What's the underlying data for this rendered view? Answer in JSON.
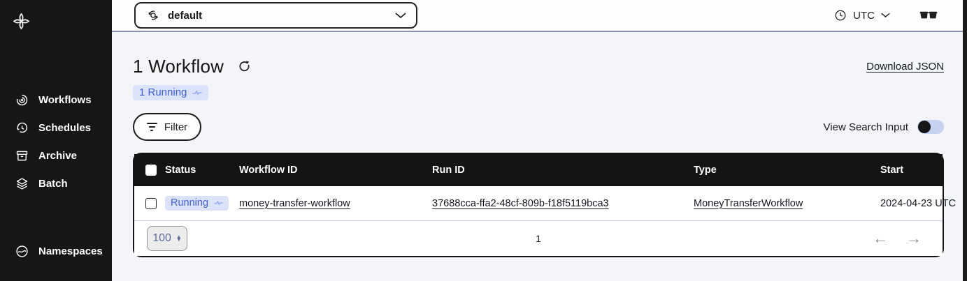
{
  "sidebar": {
    "items": [
      {
        "label": "Workflows"
      },
      {
        "label": "Schedules"
      },
      {
        "label": "Archive"
      },
      {
        "label": "Batch"
      }
    ],
    "bottom_item": {
      "label": "Namespaces"
    }
  },
  "topbar": {
    "namespace_select": {
      "value": "default"
    },
    "timezone": {
      "label": "UTC"
    }
  },
  "main": {
    "title": "1 Workflow",
    "running_badge": "1 Running",
    "download_link": "Download JSON",
    "filter_button": "Filter",
    "view_search_toggle_label": "View Search Input"
  },
  "table": {
    "columns": [
      "Status",
      "Workflow ID",
      "Run ID",
      "Type",
      "Start"
    ],
    "rows": [
      {
        "status": "Running",
        "workflow_id": "money-transfer-workflow",
        "run_id": "37688cca-ffa2-48cf-809b-f18f5119bca3",
        "type": "MoneyTransferWorkflow",
        "start": "2024-04-23 UTC"
      }
    ],
    "pagination": {
      "page_size": "100",
      "current_page": "1"
    }
  },
  "colors": {
    "sidebar_bg": "#161616",
    "table_header_bg": "#141414",
    "running_text": "#4160e1",
    "running_bg": "#dbe3fa",
    "toggle_track": "#c6d2f1",
    "topbar_divider": "#8a94aa"
  }
}
